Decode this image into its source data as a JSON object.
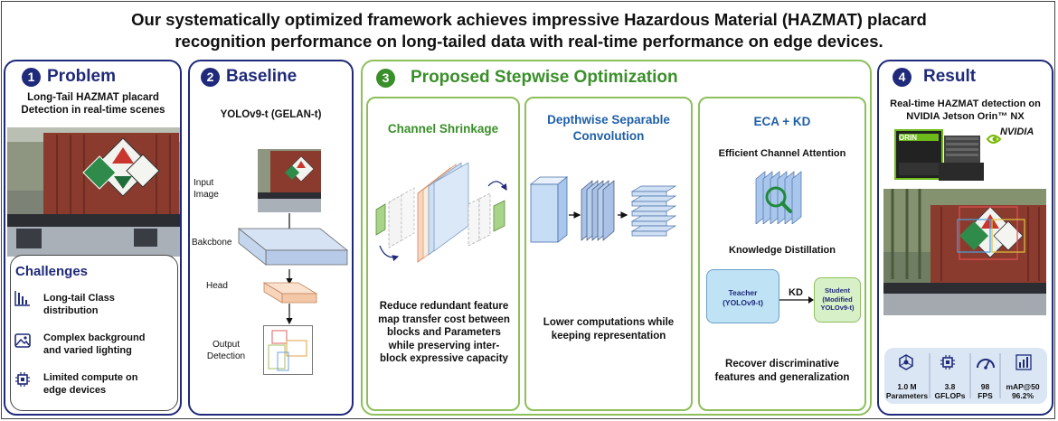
{
  "title": {
    "line1": "Our systematically optimized framework achieves impressive Hazardous Material (HAZMAT) placard",
    "line2": "recognition performance on long-tailed data with real-time performance on edge devices."
  },
  "problem": {
    "number": "1",
    "heading": "Problem",
    "subtitle_line1": "Long-Tail HAZMAT placard",
    "subtitle_line2": "Detection in real-time scenes",
    "challenges_heading": "Challenges",
    "challenges": [
      {
        "line1": "Long-tail Class",
        "line2": "distribution",
        "icon": "bar-chart-icon"
      },
      {
        "line1": "Complex background",
        "line2": "and varied lighting",
        "icon": "image-icon"
      },
      {
        "line1": "Limited compute on",
        "line2": "edge devices",
        "icon": "chip-icon"
      }
    ]
  },
  "baseline": {
    "number": "2",
    "heading": "Baseline",
    "model": "YOLOv9-t (GELAN-t)",
    "labels": {
      "input_line1": "Input",
      "input_line2": "Image",
      "backbone": "Bakcbone",
      "head": "Head",
      "output_line1": "Output",
      "output_line2": "Detection"
    }
  },
  "proposed": {
    "number": "3",
    "heading": "Proposed Stepwise Optimization",
    "channel": {
      "title": "Channel Shrinkage",
      "desc": [
        "Reduce redundant feature",
        "map transfer cost between",
        "blocks and Parameters",
        "while preserving inter-",
        "block expressive capacity"
      ]
    },
    "depthwise": {
      "title_line1": "Depthwise Separable",
      "title_line2": "Convolution",
      "desc": [
        "Lower computations while",
        "keeping representation"
      ]
    },
    "ecakd": {
      "title": "ECA + KD",
      "eca_label": "Efficient Channel Attention",
      "kd_label": "Knowledge Distillation",
      "teacher_line1": "Teacher",
      "teacher_line2": "(YOLOv9-t)",
      "kd_arrow": "KD",
      "student_line1": "Student",
      "student_line2": "(Modified",
      "student_line3": "YOLOv9-t)",
      "desc": [
        "Recover discriminative",
        "features and generalization"
      ]
    }
  },
  "result": {
    "number": "4",
    "heading": "Result",
    "subtitle_line1": "Real-time HAZMAT detection on",
    "subtitle_line2": "NVIDIA Jetson Orin™ NX",
    "board_brand": "ORIN",
    "nvidia": "NVIDIA",
    "metrics": [
      {
        "line1": "1.0 M",
        "line2": "Parameters",
        "icon": "network-icon"
      },
      {
        "line1": "3.8",
        "line2": "GFLOPs",
        "icon": "processor-icon"
      },
      {
        "line1": "98",
        "line2": "FPS",
        "icon": "gauge-icon"
      },
      {
        "line1": "mAP@50",
        "line2": "96.2%",
        "icon": "accuracy-chart-icon"
      }
    ]
  },
  "colors": {
    "navy": "#1f2a7a",
    "green": "#3a8f2a",
    "green_border": "#8dbf5a",
    "blue_title": "#1f5fa8",
    "teacher_fill": "#bfe2f5",
    "student_fill": "#d8f0c8"
  }
}
